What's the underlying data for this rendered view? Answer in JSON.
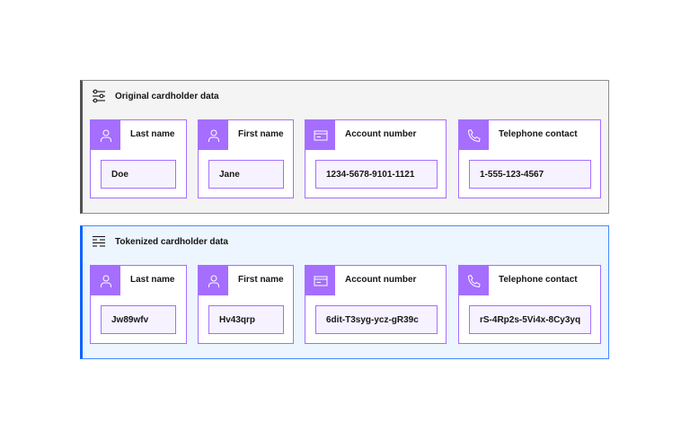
{
  "original": {
    "title": "Original cardholder data",
    "header_icon": "settings-adjust-icon",
    "fields": [
      {
        "label": "Last name",
        "value": "Doe",
        "icon": "user-icon"
      },
      {
        "label": "First name",
        "value": "Jane",
        "icon": "user-icon"
      },
      {
        "label": "Account number",
        "value": "1234-5678-9101-1121",
        "icon": "card-icon"
      },
      {
        "label": "Telephone contact",
        "value": "1-555-123-4567",
        "icon": "phone-icon"
      }
    ]
  },
  "tokenized": {
    "title": "Tokenized cardholder data",
    "header_icon": "text-align-icon",
    "fields": [
      {
        "label": "Last name",
        "value": "Jw89wfv",
        "icon": "user-icon"
      },
      {
        "label": "First name",
        "value": "Hv43qrp",
        "icon": "user-icon"
      },
      {
        "label": "Account number",
        "value": "6dit-T3syg-ycz-gR39c",
        "icon": "card-icon"
      },
      {
        "label": "Telephone contact",
        "value": "rS-4Rp2s-5Vi4x-8Cy3yq",
        "icon": "phone-icon"
      }
    ]
  },
  "colors": {
    "accent": "#a56eff",
    "value_bg": "#f6f2ff",
    "original_bg": "#f4f4f4",
    "tokenized_bg": "#edf5ff",
    "tokenized_border": "#0f62fe"
  }
}
